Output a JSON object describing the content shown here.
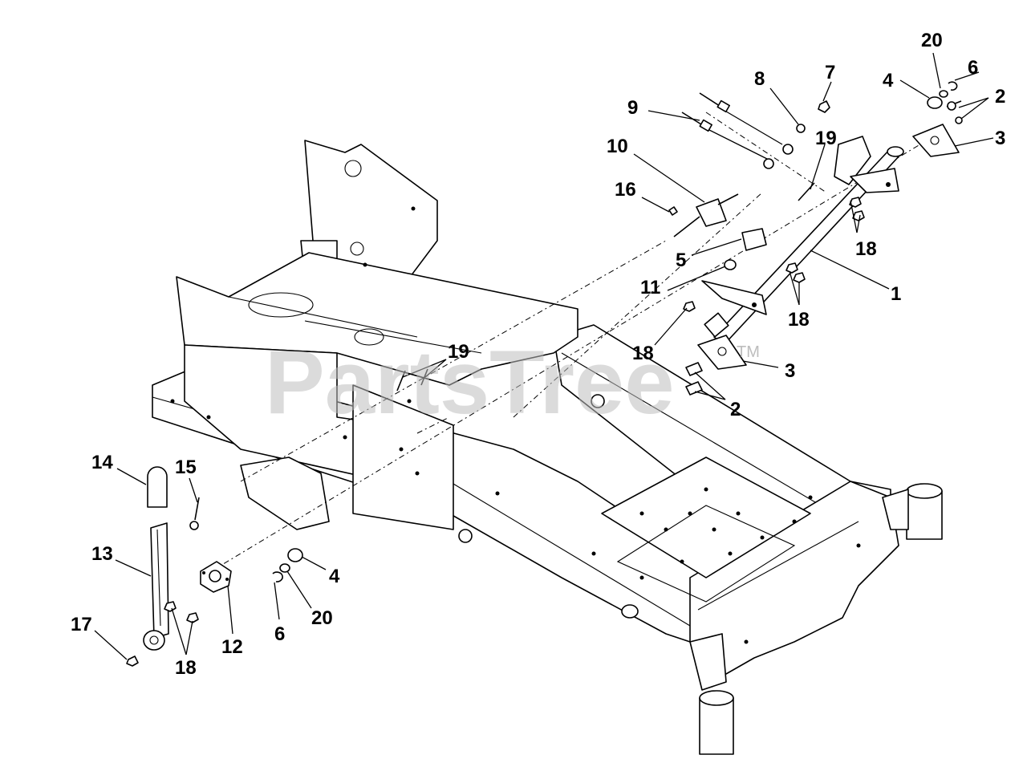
{
  "watermark": {
    "text": "PartsTree",
    "trademark": "TM"
  },
  "callouts": [
    {
      "id": "c-20-top",
      "label": "20"
    },
    {
      "id": "c-6-top",
      "label": "6"
    },
    {
      "id": "c-4-top",
      "label": "4"
    },
    {
      "id": "c-2-top",
      "label": "2"
    },
    {
      "id": "c-3-top",
      "label": "3"
    },
    {
      "id": "c-8",
      "label": "8"
    },
    {
      "id": "c-7",
      "label": "7"
    },
    {
      "id": "c-9",
      "label": "9"
    },
    {
      "id": "c-19-top",
      "label": "19"
    },
    {
      "id": "c-10",
      "label": "10"
    },
    {
      "id": "c-16",
      "label": "16"
    },
    {
      "id": "c-18-right",
      "label": "18"
    },
    {
      "id": "c-5",
      "label": "5"
    },
    {
      "id": "c-11",
      "label": "11"
    },
    {
      "id": "c-1",
      "label": "1"
    },
    {
      "id": "c-18-mid",
      "label": "18"
    },
    {
      "id": "c-18-center",
      "label": "18"
    },
    {
      "id": "c-3-mid",
      "label": "3"
    },
    {
      "id": "c-19-left",
      "label": "19"
    },
    {
      "id": "c-2-mid",
      "label": "2"
    },
    {
      "id": "c-14",
      "label": "14"
    },
    {
      "id": "c-15",
      "label": "15"
    },
    {
      "id": "c-13",
      "label": "13"
    },
    {
      "id": "c-4-bottom",
      "label": "4"
    },
    {
      "id": "c-20-bottom",
      "label": "20"
    },
    {
      "id": "c-6-bottom",
      "label": "6"
    },
    {
      "id": "c-12",
      "label": "12"
    },
    {
      "id": "c-17",
      "label": "17"
    },
    {
      "id": "c-18-bottom",
      "label": "18"
    }
  ]
}
